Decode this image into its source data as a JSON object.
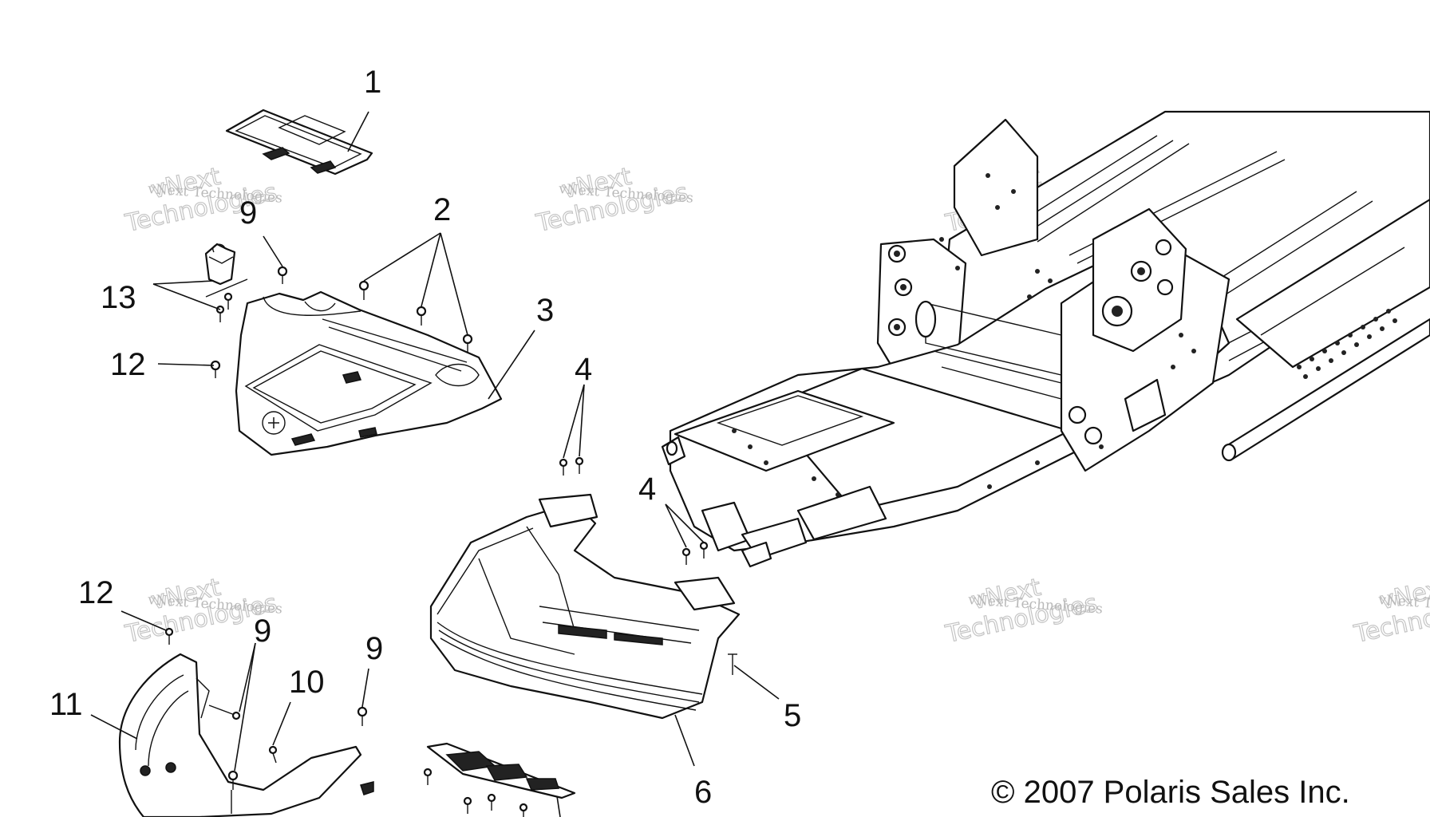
{
  "callouts": [
    {
      "id": "c1",
      "label": "1"
    },
    {
      "id": "c2",
      "label": "2"
    },
    {
      "id": "c3",
      "label": "3"
    },
    {
      "id": "c4a",
      "label": "4"
    },
    {
      "id": "c4b",
      "label": "4"
    },
    {
      "id": "c5",
      "label": "5"
    },
    {
      "id": "c6",
      "label": "6"
    },
    {
      "id": "c9a",
      "label": "9"
    },
    {
      "id": "c9b",
      "label": "9"
    },
    {
      "id": "c9c",
      "label": "9"
    },
    {
      "id": "c10",
      "label": "10"
    },
    {
      "id": "c11",
      "label": "11"
    },
    {
      "id": "c12a",
      "label": "12"
    },
    {
      "id": "c12b",
      "label": "12"
    },
    {
      "id": "c13",
      "label": "13"
    }
  ],
  "copyright": "© 2007 Polaris Sales Inc.",
  "watermark": {
    "line1": "vNext Technologies",
    "line2": "vNext",
    "line3": "Technologies"
  }
}
